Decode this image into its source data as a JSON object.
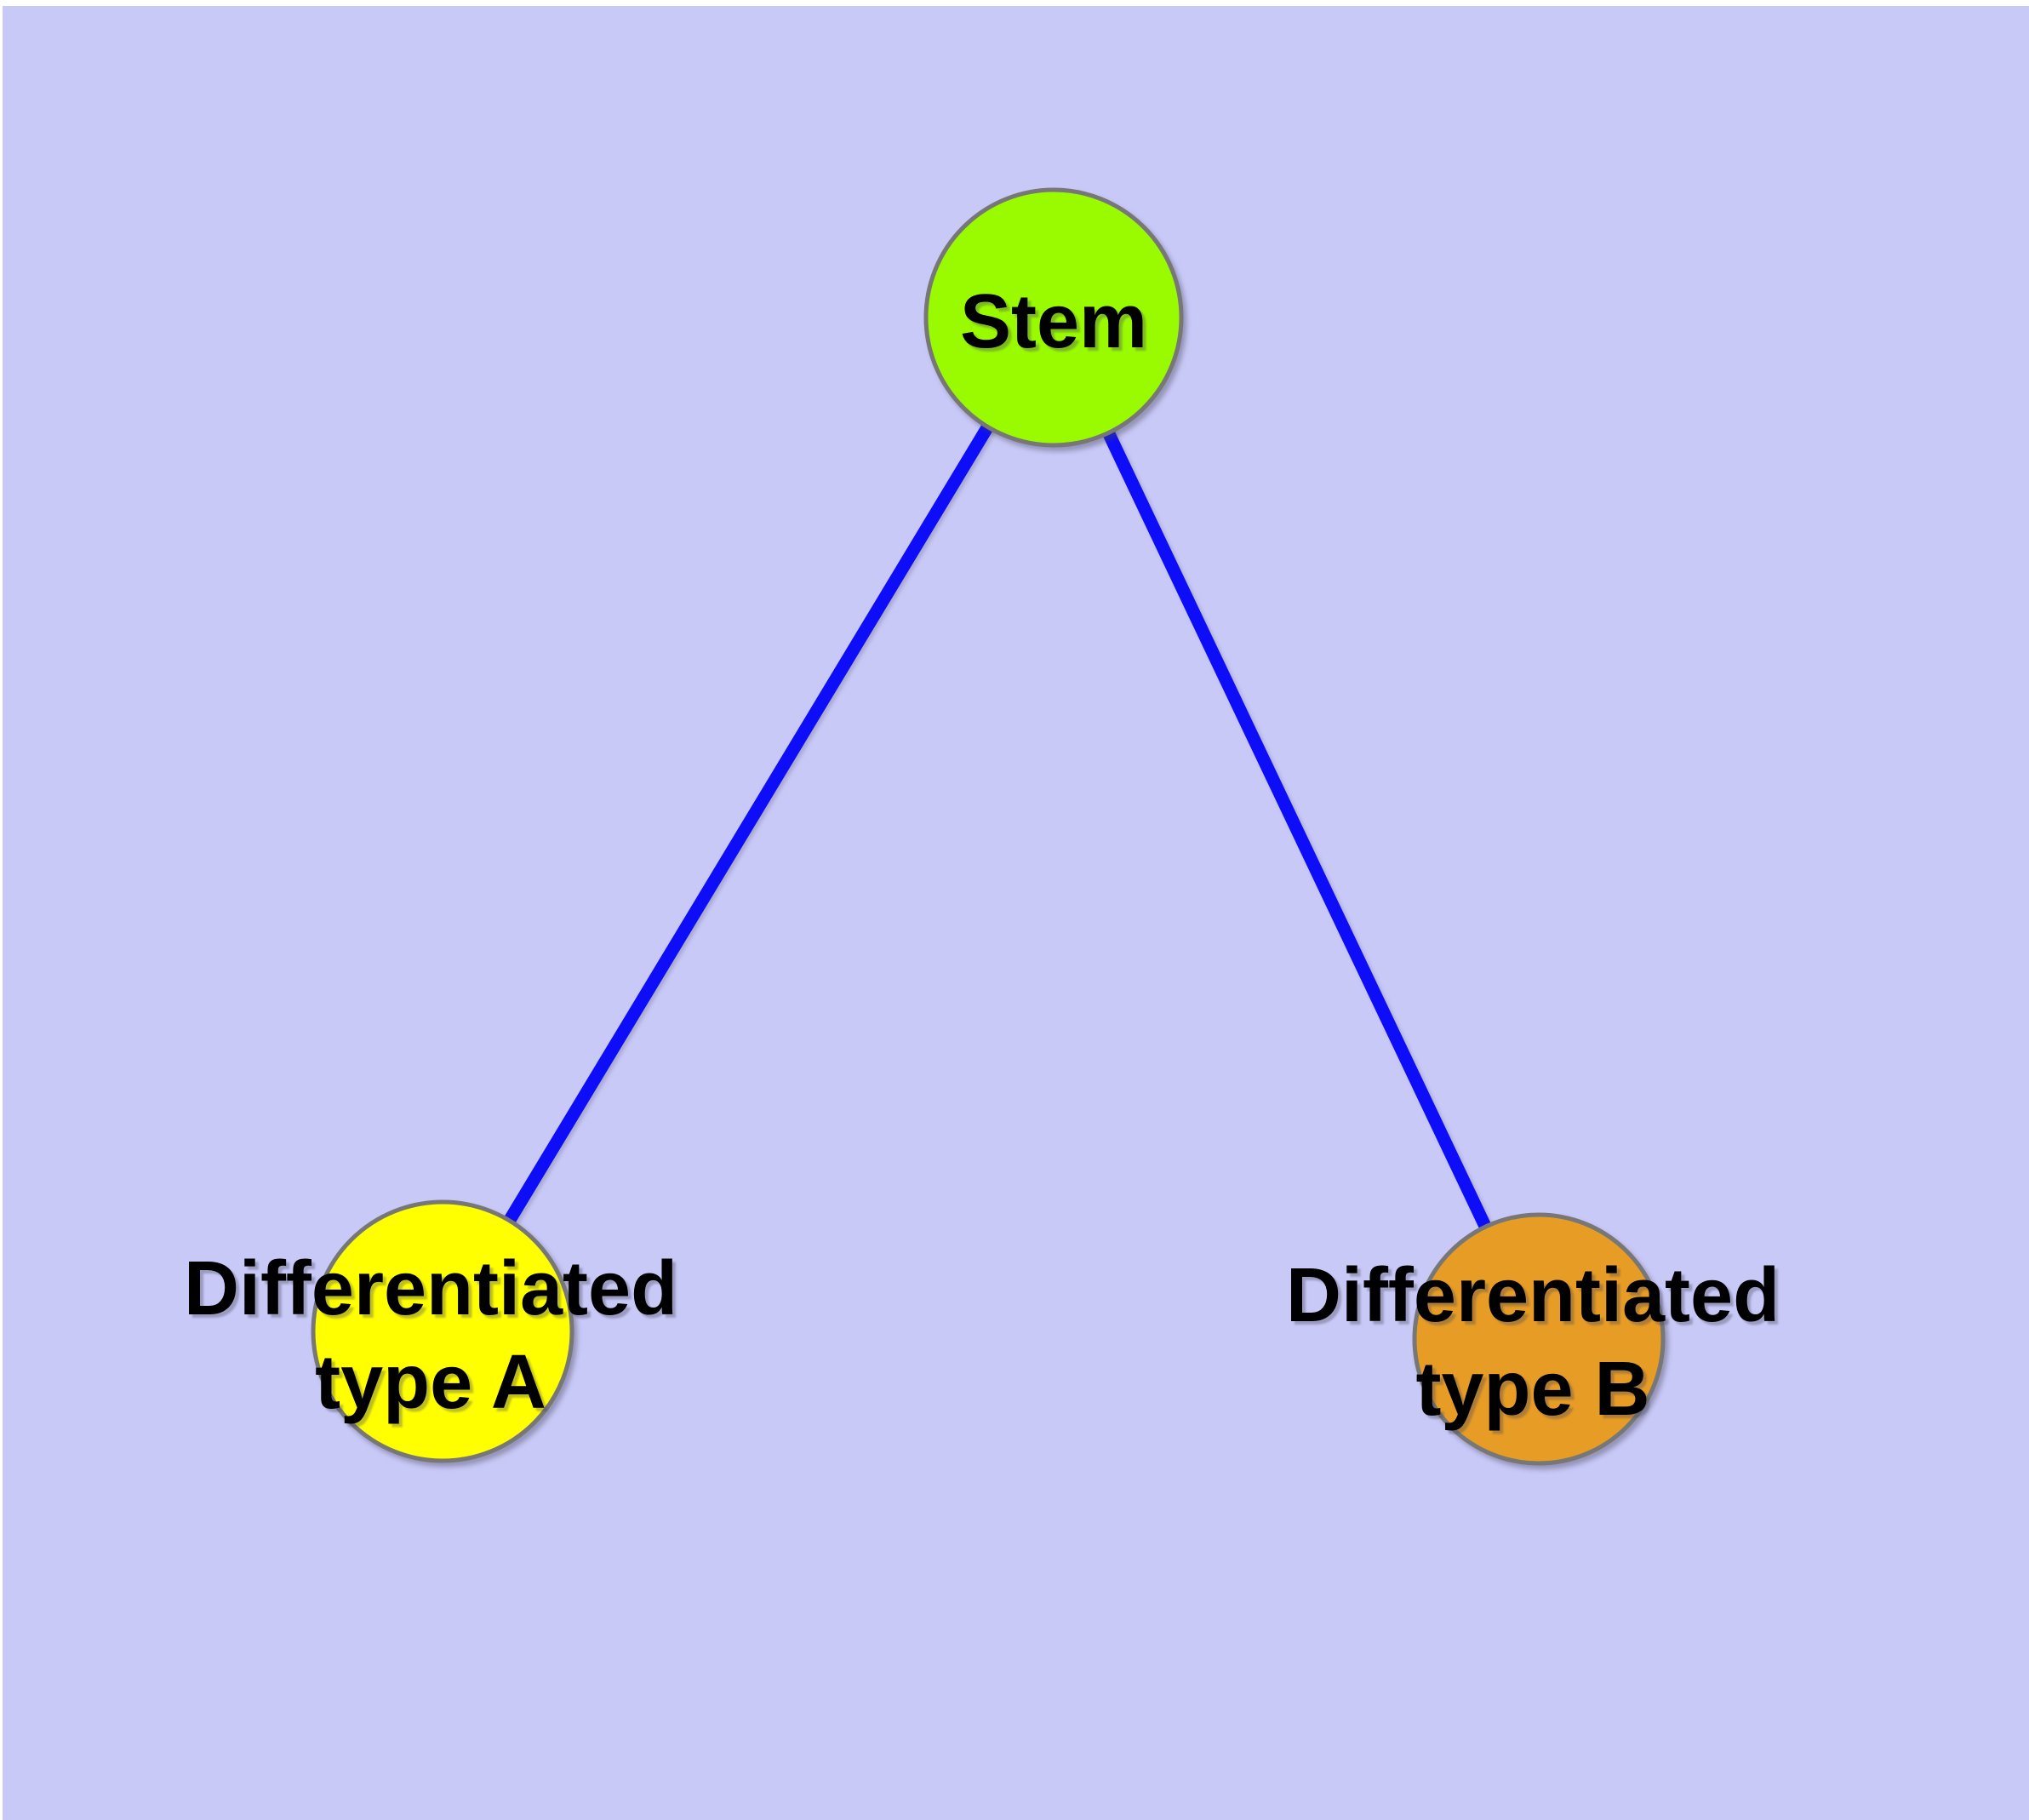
{
  "diagram": {
    "background_color": "#c9c9f8",
    "edge_color": "#0d0df8",
    "node_border_color": "#777777",
    "nodes": {
      "stem": {
        "label": "Stem",
        "color": "#9afb00"
      },
      "typeA": {
        "label": "Differentiated type A",
        "line1": "Differentiated",
        "line2": "type A",
        "color": "#ffff00"
      },
      "typeB": {
        "label": "Differentiated type B",
        "line1": "Differentiated",
        "line2": "type B",
        "color": "#e79c25"
      }
    },
    "edges": [
      {
        "from": "Stem",
        "to": "Differentiated type A"
      },
      {
        "from": "Stem",
        "to": "Differentiated type B"
      }
    ]
  }
}
